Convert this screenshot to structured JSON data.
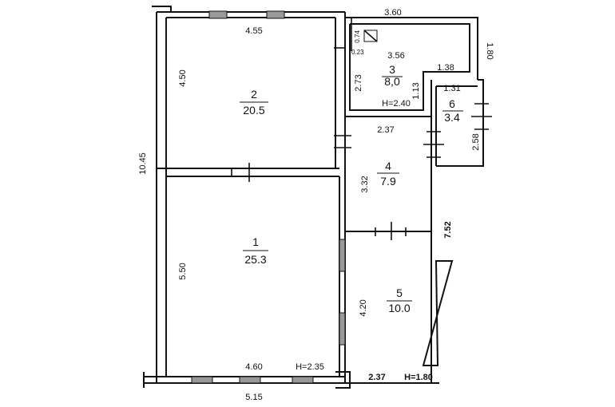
{
  "rooms": [
    {
      "number": "1",
      "area": "25.3"
    },
    {
      "number": "2",
      "area": "20.5"
    },
    {
      "number": "3",
      "area": "8,0"
    },
    {
      "number": "4",
      "area": "7.9"
    },
    {
      "number": "5",
      "area": "10.0"
    },
    {
      "number": "6",
      "area": "3.4"
    }
  ],
  "dimensions": {
    "top_right": "3.60",
    "room2_width": "4.55",
    "room2_height": "4.50",
    "total_height": "10.45",
    "room1_height": "5.50",
    "room1_width": "4.60",
    "bottom_total": "5.15",
    "room1_ceiling": "H=2.35",
    "room3_small_a": "0.74",
    "room3_small_b": "0.23",
    "room3_width": "3.56",
    "room3_height": "2.73",
    "room3_notch": "1.38",
    "room3_notch_h": "1.13",
    "room3_ceiling": "H=2.40",
    "right_top": "1.80",
    "room6_width": "1.31",
    "room6_height": "2.58",
    "room4_width": "2.37",
    "room4_height": "3.32",
    "right_total": "7.52",
    "room5_height": "4.20",
    "room5_width": "2.37",
    "room5_ceiling": "H=1.80"
  }
}
